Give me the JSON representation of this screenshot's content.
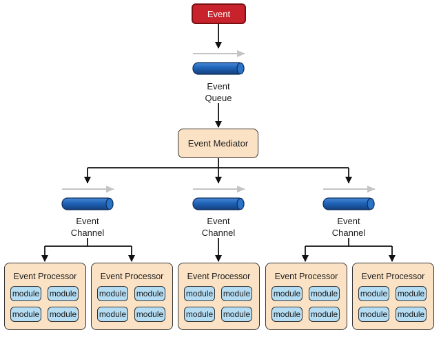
{
  "diagram": {
    "event_label": "Event",
    "queue": {
      "line1": "Event",
      "line2": "Queue"
    },
    "mediator_label": "Event Mediator",
    "channels": [
      {
        "line1": "Event",
        "line2": "Channel"
      },
      {
        "line1": "Event",
        "line2": "Channel"
      },
      {
        "line1": "Event",
        "line2": "Channel"
      }
    ],
    "processors": [
      {
        "title": "Event Processor",
        "modules": [
          "module",
          "module",
          "module",
          "module"
        ]
      },
      {
        "title": "Event Processor",
        "modules": [
          "module",
          "module",
          "module",
          "module"
        ]
      },
      {
        "title": "Event Processor",
        "modules": [
          "module",
          "module",
          "module",
          "module"
        ]
      },
      {
        "title": "Event Processor",
        "modules": [
          "module",
          "module",
          "module",
          "module"
        ]
      },
      {
        "title": "Event Processor",
        "modules": [
          "module",
          "module",
          "module",
          "module"
        ]
      }
    ],
    "colors": {
      "event_fill": "#c8232c",
      "event_border": "#7a0f12",
      "mediator_fill": "#fbe2c4",
      "module_fill": "#b4dcf2",
      "pipe_fill": "#1f63b8",
      "flow_arrow": "#c4c4c4",
      "connector": "#111111"
    }
  }
}
